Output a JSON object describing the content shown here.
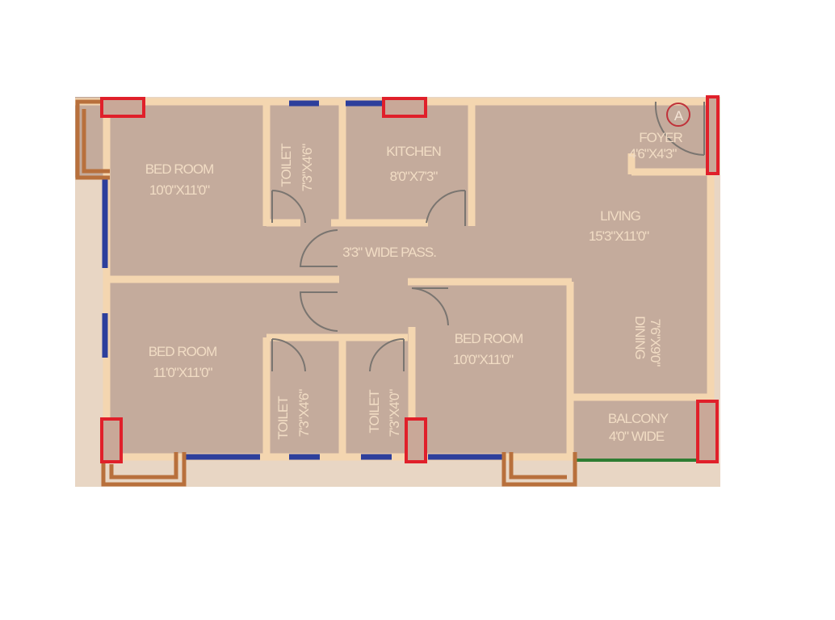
{
  "plan": {
    "rooms": [
      {
        "name": "BED ROOM",
        "size": "10'0\"X11'0\""
      },
      {
        "name": "TOILET",
        "size": "7'3\"X4'6\""
      },
      {
        "name": "KITCHEN",
        "size": "8'0\"X7'3\""
      },
      {
        "name": "FOYER",
        "size": "4'6\"X4'3\""
      },
      {
        "name": "LIVING",
        "size": "15'3\"X11'0\""
      },
      {
        "name": "BED ROOM",
        "size": "11'0\"X11'0\""
      },
      {
        "name": "TOILET",
        "size": "7'3\"X4'6\""
      },
      {
        "name": "TOILET",
        "size": "7'3\"X4'0\""
      },
      {
        "name": "BED ROOM",
        "size": "10'0\"X11'0\""
      },
      {
        "name": "DINING",
        "size": "7'6\"X9'0\""
      },
      {
        "name": "BALCONY",
        "size": "4'0\" WIDE"
      }
    ],
    "passage": "3'3\" WIDE PASS.",
    "entrance_marker": "A",
    "colors": {
      "floor": "#c4ab9c",
      "wall": "#f4d6b0",
      "column": "#e0202a",
      "window": "#2d3f9c",
      "balcony_rail": "#2e7d32",
      "bay": "#b8703c"
    }
  }
}
